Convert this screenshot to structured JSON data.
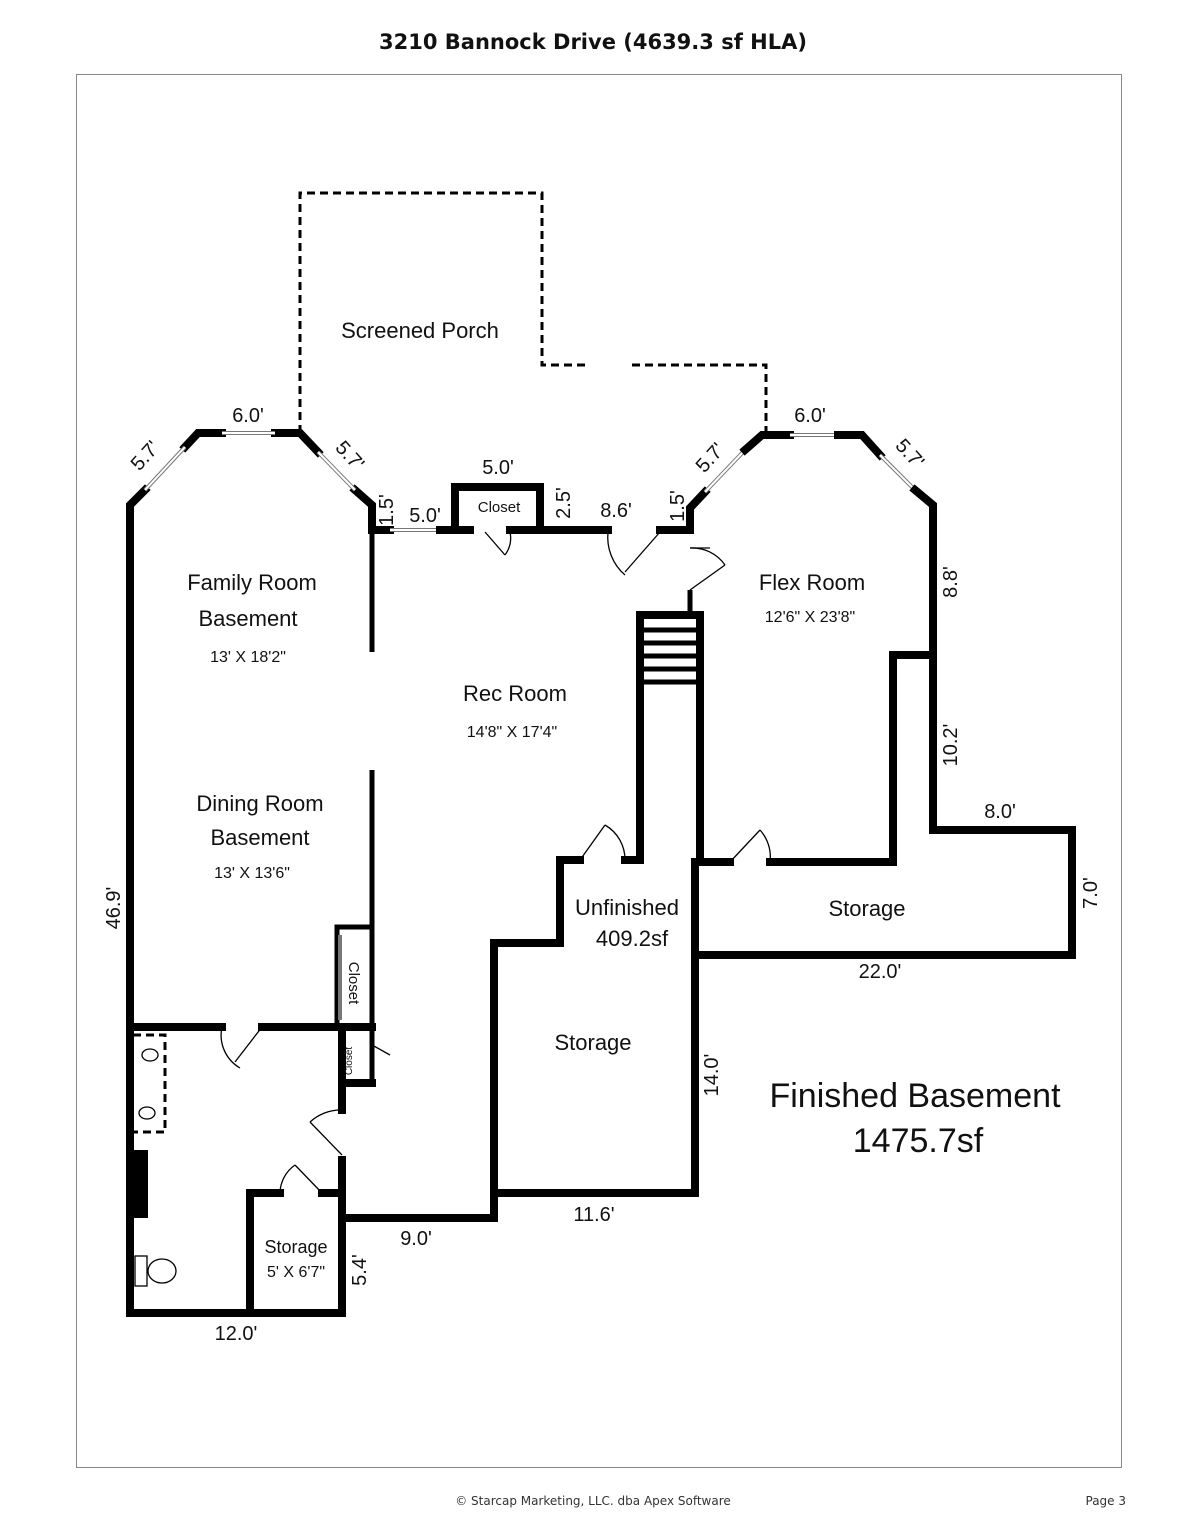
{
  "title": "3210 Bannock Drive (4639.3 sf HLA)",
  "rooms": {
    "screened_porch": "Screened Porch",
    "family_room": [
      "Family Room",
      "Basement",
      "13' X 18'2\""
    ],
    "rec_room": [
      "Rec Room",
      "14'8\" X 17'4\""
    ],
    "flex_room": [
      "Flex Room",
      "12'6\" X 23'8\""
    ],
    "dining_room": [
      "Dining Room",
      "Basement",
      "13' X 13'6\""
    ],
    "closet_top": "Closet",
    "closet_mid": "Closet",
    "closet_small": "Closet",
    "unfinished": [
      "Unfinished",
      "409.2sf"
    ],
    "storage_right": "Storage",
    "storage_center": "Storage",
    "storage_small": [
      "Storage",
      "5' X 6'7\""
    ]
  },
  "dimensions": {
    "fam_top": "6.0'",
    "fam_left_diag": "5.7'",
    "fam_right_diag": "5.7'",
    "fam_step": "1.5'",
    "window_5": "5.0'",
    "closet_top": "5.0'",
    "closet_side": "2.5'",
    "door_span": "8.6'",
    "flex_step": "1.5'",
    "flex_left_diag": "5.7'",
    "flex_top": "6.0'",
    "flex_right_diag": "5.7'",
    "flex_right": "8.8'",
    "flex_right_lower": "10.2'",
    "storage_top": "8.0'",
    "storage_side": "7.0'",
    "storage_bottom": "22.0'",
    "storage_center_side": "14.0'",
    "storage_center_bottom": "11.6'",
    "rec_bottom": "9.0'",
    "bath_bottom": "12.0'",
    "storage_small_side": "5.4'",
    "left_total": "46.9'"
  },
  "summary": [
    "Finished Basement",
    "1475.7sf"
  ],
  "footer": "© Starcap Marketing, LLC. dba Apex Software",
  "page": "Page 3"
}
